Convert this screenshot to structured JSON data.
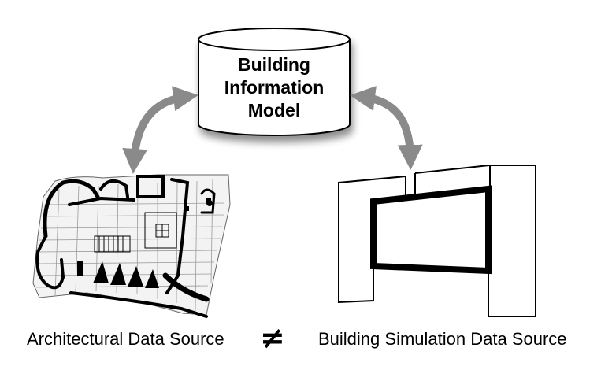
{
  "diagram": {
    "bim_label": [
      "Building",
      "Information",
      "Model"
    ],
    "left_caption": "Architectural Data Source",
    "right_caption": "Building Simulation Data Source",
    "relation_symbol": "≠",
    "colors": {
      "arrow": "#8a8a8a",
      "stroke": "#000000",
      "fill": "#ffffff"
    },
    "icons": {
      "database": "cylinder-icon",
      "floor_plan": "floor-plan-icon",
      "simulation_model": "thermal-zone-model-icon",
      "arrows": "double-headed-arrow-icon"
    }
  }
}
